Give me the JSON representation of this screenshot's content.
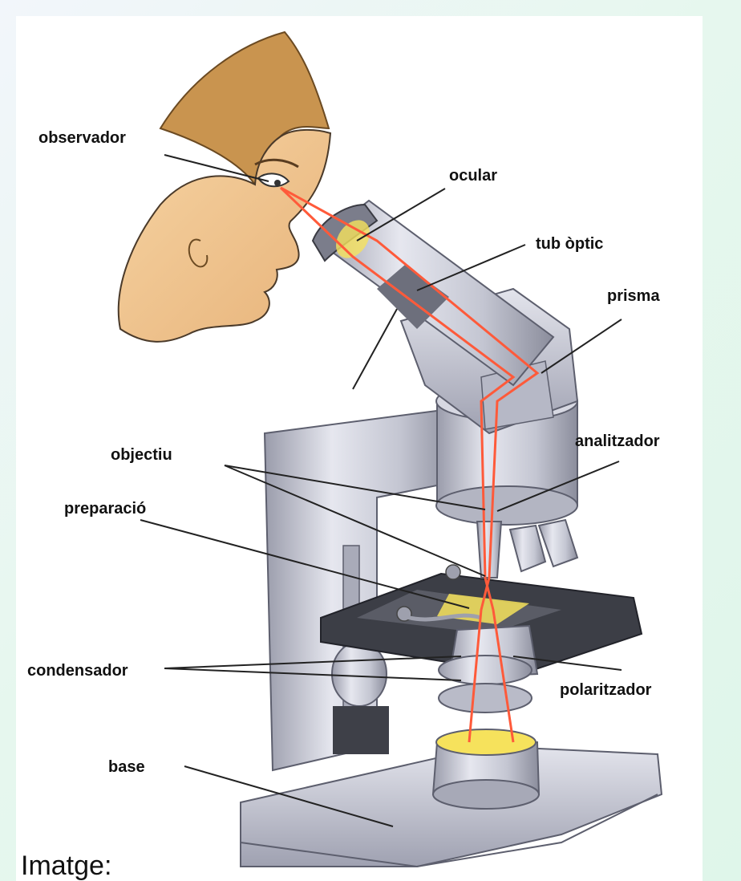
{
  "labels": {
    "observador": "observador",
    "ocular": "ocular",
    "tub_optic": "tub òptic",
    "prisma": "prisma",
    "analitzador": "analitzador",
    "objectiu": "objectiu",
    "preparacio": "preparació",
    "condensador": "condensador",
    "polaritzador": "polaritzador",
    "base": "base"
  },
  "caption": "Imatge:",
  "colors": {
    "skin": "#f2c892",
    "hair": "#c9944f",
    "metal": "#c9cbd6",
    "metal_dark": "#8d8f9e",
    "ray": "#ff5a3a",
    "light": "#f6e25c"
  }
}
